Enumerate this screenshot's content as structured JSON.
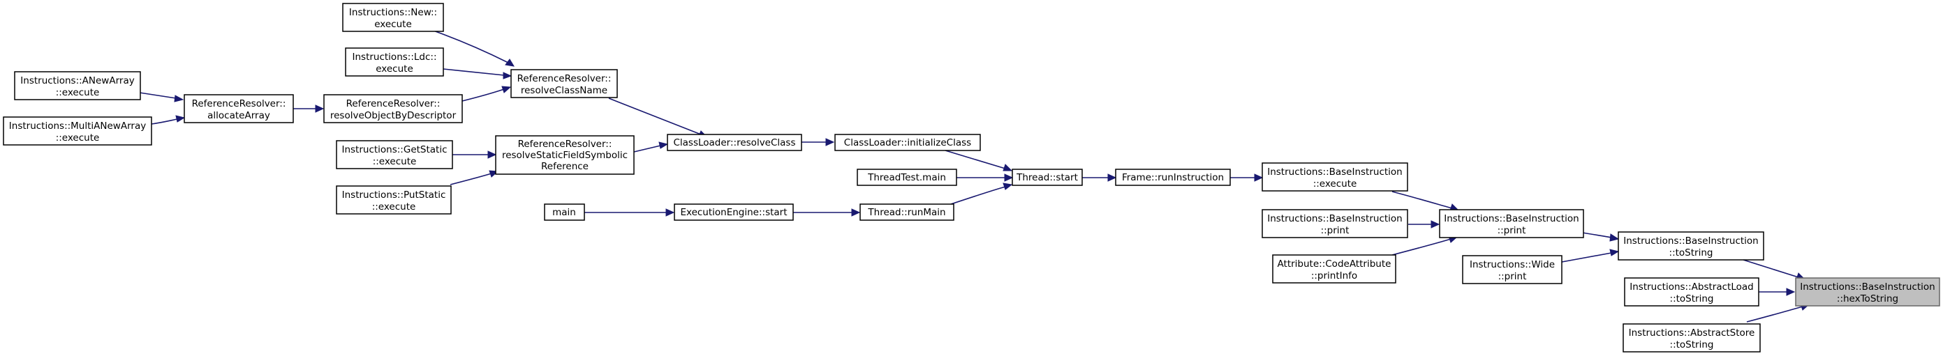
{
  "diagram": {
    "nodes": [
      {
        "id": "n_new",
        "label_lines": [
          "Instructions::New::",
          "execute"
        ]
      },
      {
        "id": "n_ldc",
        "label_lines": [
          "Instructions::Ldc::",
          "execute"
        ]
      },
      {
        "id": "n_anewarray",
        "label_lines": [
          "Instructions::ANewArray",
          "::execute"
        ]
      },
      {
        "id": "n_multianew",
        "label_lines": [
          "Instructions::MultiANewArray",
          "::execute"
        ]
      },
      {
        "id": "n_allocarray",
        "label_lines": [
          "ReferenceResolver::",
          "allocateArray"
        ]
      },
      {
        "id": "n_resobj",
        "label_lines": [
          "ReferenceResolver::",
          "resolveObjectByDescriptor"
        ]
      },
      {
        "id": "n_resclass",
        "label_lines": [
          "ReferenceResolver::",
          "resolveClassName"
        ]
      },
      {
        "id": "n_getstatic",
        "label_lines": [
          "Instructions::GetStatic",
          "::execute"
        ]
      },
      {
        "id": "n_putstatic",
        "label_lines": [
          "Instructions::PutStatic",
          "::execute"
        ]
      },
      {
        "id": "n_resfield",
        "label_lines": [
          "ReferenceResolver::",
          "resolveStaticFieldSymbolic",
          "Reference"
        ]
      },
      {
        "id": "n_clresolve",
        "label_lines": [
          "ClassLoader::resolveClass"
        ]
      },
      {
        "id": "n_clinit",
        "label_lines": [
          "ClassLoader::initializeClass"
        ]
      },
      {
        "id": "n_threadtest",
        "label_lines": [
          "ThreadTest.main"
        ]
      },
      {
        "id": "n_main",
        "label_lines": [
          "main"
        ]
      },
      {
        "id": "n_eestart",
        "label_lines": [
          "ExecutionEngine::start"
        ]
      },
      {
        "id": "n_runmain",
        "label_lines": [
          "Thread::runMain"
        ]
      },
      {
        "id": "n_tstart",
        "label_lines": [
          "Thread::start"
        ]
      },
      {
        "id": "n_frame",
        "label_lines": [
          "Frame::runInstruction"
        ]
      },
      {
        "id": "n_biexec",
        "label_lines": [
          "Instructions::BaseInstruction",
          "::execute"
        ]
      },
      {
        "id": "n_biprint2",
        "label_lines": [
          "Instructions::BaseInstruction",
          "::print"
        ]
      },
      {
        "id": "n_codeattr",
        "label_lines": [
          "Attribute::CodeAttribute",
          "::printInfo"
        ]
      },
      {
        "id": "n_biprint",
        "label_lines": [
          "Instructions::BaseInstruction",
          "::print"
        ]
      },
      {
        "id": "n_wide",
        "label_lines": [
          "Instructions::Wide",
          "::print"
        ]
      },
      {
        "id": "n_bitostr",
        "label_lines": [
          "Instructions::BaseInstruction",
          "::toString"
        ]
      },
      {
        "id": "n_aload",
        "label_lines": [
          "Instructions::AbstractLoad",
          "::toString"
        ]
      },
      {
        "id": "n_astore",
        "label_lines": [
          "Instructions::AbstractStore",
          "::toString"
        ]
      },
      {
        "id": "n_hex",
        "label_lines": [
          "Instructions::BaseInstruction",
          "::hexToString"
        ]
      }
    ]
  }
}
